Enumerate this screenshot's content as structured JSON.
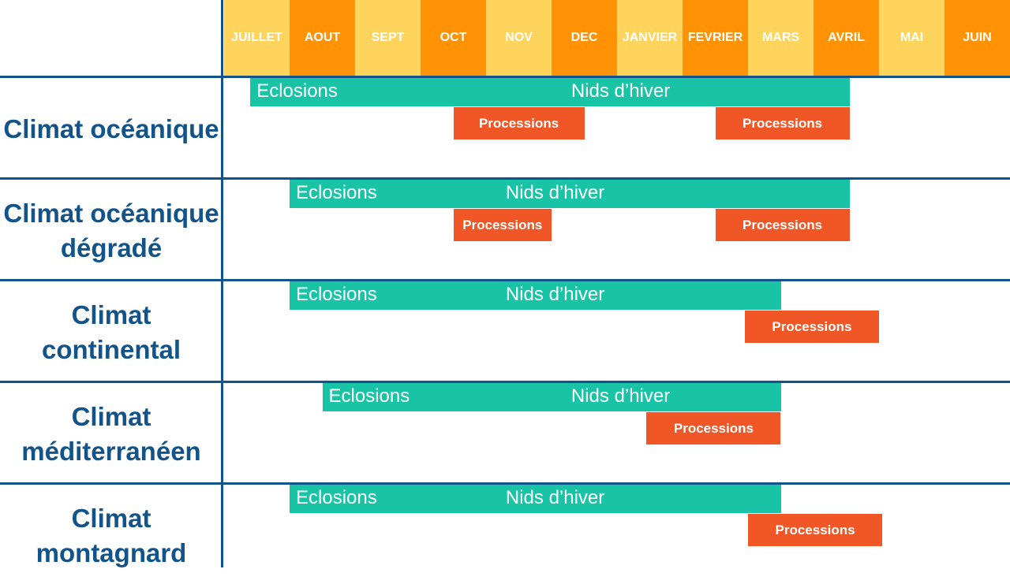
{
  "chart_data": {
    "type": "gantt",
    "months": [
      "JUILLET",
      "AOUT",
      "SEPT",
      "OCT",
      "NOV",
      "DEC",
      "JANVIER",
      "FEVRIER",
      "MARS",
      "AVRIL",
      "MAI",
      "JUIN"
    ],
    "month_colors": [
      "#ffd45c",
      "#ff9305"
    ],
    "bar_colors": {
      "nids": "#19c4a6",
      "processions": "#f15726"
    },
    "rows": [
      {
        "label": "Climat océanique",
        "nids": {
          "start_month": 0.4,
          "end_month": 9.55,
          "eclosions_label": "Eclosions",
          "nids_label": "Nids d’hiver",
          "nids_label_month": 5.3
        },
        "processions": [
          {
            "start_month": 3.5,
            "end_month": 5.5,
            "label": "Processions"
          },
          {
            "start_month": 7.5,
            "end_month": 9.55,
            "label": "Processions"
          }
        ]
      },
      {
        "label": "Climat océanique dégradé",
        "nids": {
          "start_month": 1.0,
          "end_month": 9.55,
          "eclosions_label": "Eclosions",
          "nids_label": "Nids d’hiver",
          "nids_label_month": 4.3
        },
        "processions": [
          {
            "start_month": 3.5,
            "end_month": 5.0,
            "label": "Processions"
          },
          {
            "start_month": 7.5,
            "end_month": 9.55,
            "label": "Processions"
          }
        ]
      },
      {
        "label": "Climat continental",
        "nids": {
          "start_month": 1.0,
          "end_month": 8.5,
          "eclosions_label": "Eclosions",
          "nids_label": "Nids d’hiver",
          "nids_label_month": 4.3
        },
        "processions": [
          {
            "start_month": 7.95,
            "end_month": 10.0,
            "label": "Processions"
          }
        ]
      },
      {
        "label": "Climat méditerranéen",
        "nids": {
          "start_month": 1.5,
          "end_month": 8.5,
          "eclosions_label": "Eclosions",
          "nids_label": "Nids d’hiver",
          "nids_label_month": 5.3
        },
        "processions": [
          {
            "start_month": 6.45,
            "end_month": 8.5,
            "label": "Processions"
          }
        ]
      },
      {
        "label": "Climat montagnard",
        "nids": {
          "start_month": 1.0,
          "end_month": 8.5,
          "eclosions_label": "Eclosions",
          "nids_label": "Nids d’hiver",
          "nids_label_month": 4.3
        },
        "processions": [
          {
            "start_month": 8.0,
            "end_month": 10.05,
            "label": "Processions"
          }
        ]
      }
    ]
  }
}
